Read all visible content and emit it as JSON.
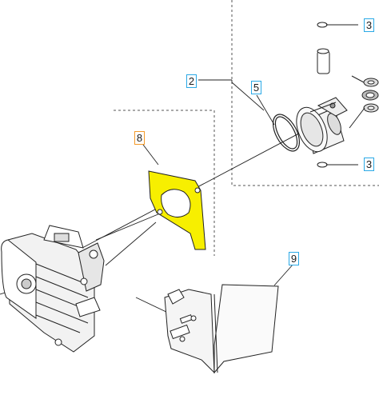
{
  "diagram": {
    "title": "",
    "accent_colors": {
      "highlight_fill": "#f7ef00",
      "callout_border_blue": "#2aa9e6",
      "callout_border_orange": "#f39a2a",
      "line": "#1a1a1a",
      "dashed_box": "#555555"
    },
    "callouts": [
      {
        "id": "c2",
        "label": "2",
        "part": "piston-assembly"
      },
      {
        "id": "c3a",
        "label": "3",
        "part": "circlip-top"
      },
      {
        "id": "c3b",
        "label": "3",
        "part": "circlip-bottom"
      },
      {
        "id": "c5",
        "label": "5",
        "part": "piston-ring"
      },
      {
        "id": "c8",
        "label": "8",
        "part": "cylinder-gasket",
        "highlighted": true
      },
      {
        "id": "c9",
        "label": "9",
        "part": "heat-shield"
      }
    ]
  }
}
